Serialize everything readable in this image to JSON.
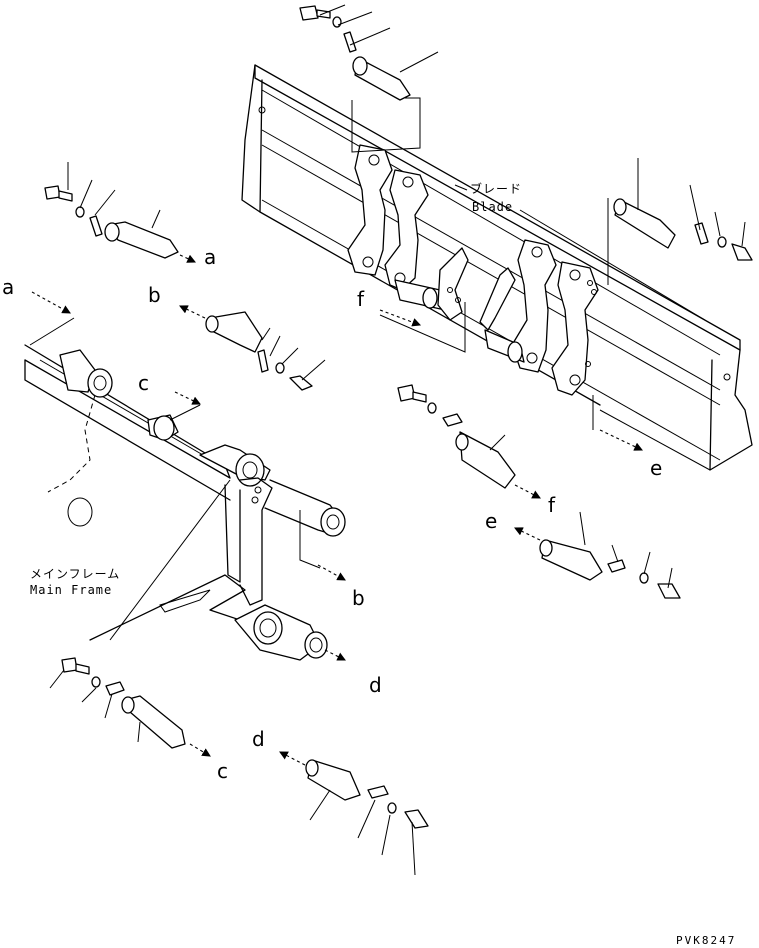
{
  "labels": {
    "blade_jp": "ブレード",
    "blade_en": "Blade",
    "frame_jp": "メインフレーム",
    "frame_en": "Main Frame",
    "drawing_code": "PVK8247"
  },
  "markers": [
    "a",
    "b",
    "c",
    "d",
    "e",
    "f"
  ]
}
